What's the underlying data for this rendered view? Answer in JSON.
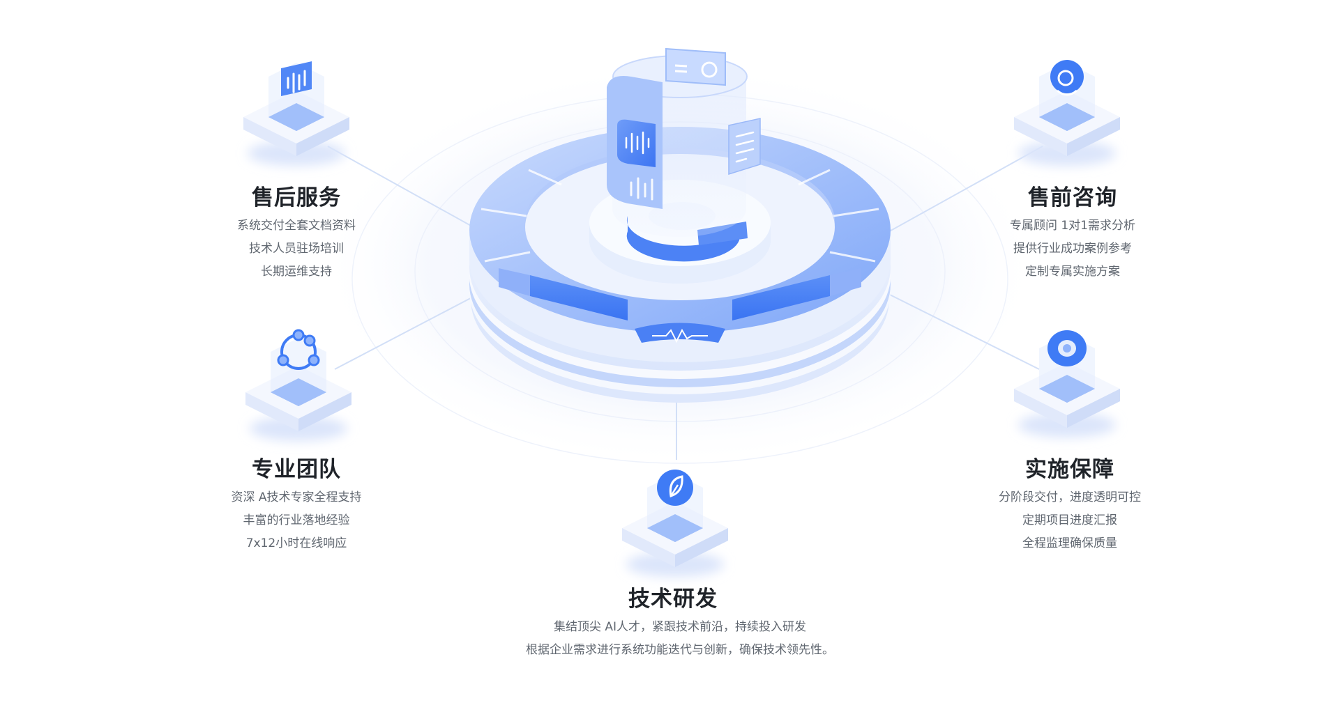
{
  "diagram": {
    "hub": {
      "label": "",
      "icons": [
        "audio-wave-icon",
        "toggle-card-icon",
        "list-panel-icon",
        "ecg-pulse-icon"
      ]
    },
    "nodes": [
      {
        "id": "after-sales",
        "title": "售后服务",
        "icon": "audio-wave-icon",
        "lines": [
          "系统交付全套文档资料",
          "技术人员驻场培训",
          "长期运维支持"
        ]
      },
      {
        "id": "pre-sales",
        "title": "售前咨询",
        "icon": "headset-icon",
        "lines": [
          "专属顾问 1对1需求分析",
          "提供行业成功案例参考",
          "定制专属实施方案"
        ]
      },
      {
        "id": "team",
        "title": "专业团队",
        "icon": "team-network-icon",
        "lines": [
          "资深 A技术专家全程支持",
          "丰富的行业落地经验",
          "7x12小时在线响应"
        ]
      },
      {
        "id": "implementation",
        "title": "实施保障",
        "icon": "shield-ring-icon",
        "lines": [
          "分阶段交付，进度透明可控",
          "定期项目进度汇报",
          "全程监理确保质量"
        ]
      },
      {
        "id": "rnd",
        "title": "技术研发",
        "icon": "leaf-icon",
        "lines": [
          "集结顶尖 AI人才，紧跟技术前沿，持续投入研发",
          "根据企业需求进行系统功能迭代与创新，确保技术领先性。"
        ]
      }
    ],
    "colors": {
      "primary": "#3f7bf5",
      "light": "#8fb3fb",
      "pale": "#e4edfd",
      "line": "#cfdcf7",
      "title": "#1f2329",
      "text": "#606770"
    }
  }
}
